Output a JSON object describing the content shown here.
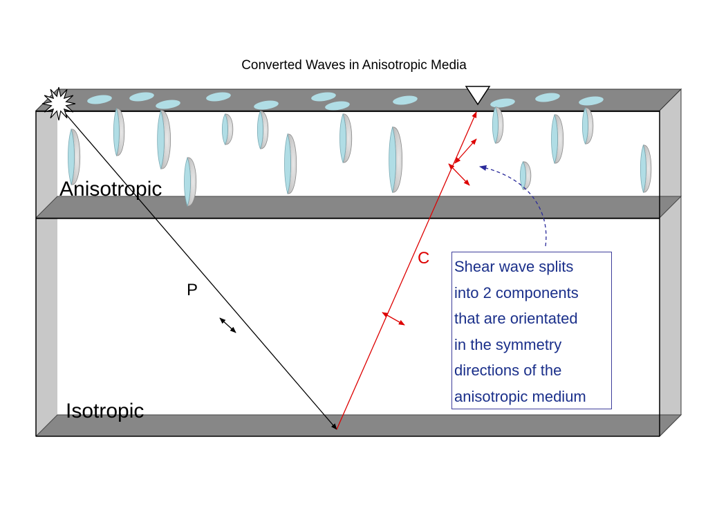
{
  "title": "Converted Waves in Anisotropic Media",
  "layers": {
    "top": "Anisotropic",
    "bottom": "Isotropic"
  },
  "waves": {
    "p": "P",
    "c": "C"
  },
  "callout": {
    "lines": [
      "Shear wave splits",
      "into 2 components",
      "that are orientated",
      "in the symmetry",
      "directions of  the",
      "anisotropic medium"
    ]
  },
  "colors": {
    "slab_gray": "#878787",
    "side_gray": "#c8c8c8",
    "crack_blue": "#b0dde5",
    "p_ray": "#000000",
    "c_ray": "#dd0000",
    "callout_text": "#1a2f8a",
    "callout_arrow": "#2a2a9a"
  },
  "icons": {
    "source": "explosion-star-icon",
    "receiver": "inverted-triangle-receiver-icon"
  }
}
